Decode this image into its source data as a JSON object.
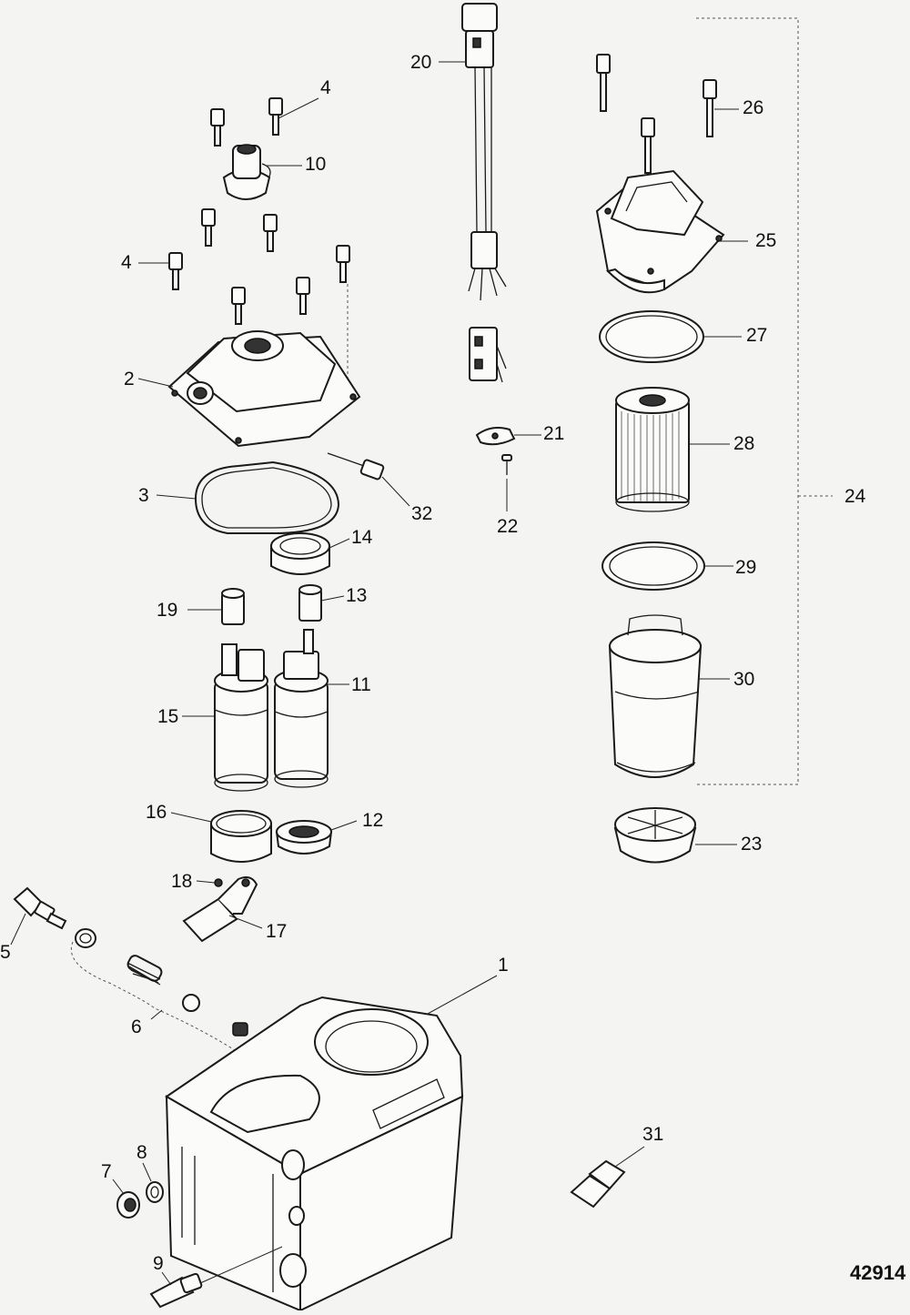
{
  "diagram": {
    "figure_number": "42914",
    "callouts": {
      "c1": "1",
      "c2": "2",
      "c3": "3",
      "c4a": "4",
      "c4b": "4",
      "c5": "5",
      "c6": "6",
      "c7": "7",
      "c8": "8",
      "c9": "9",
      "c10": "10",
      "c11": "11",
      "c12": "12",
      "c13": "13",
      "c14": "14",
      "c15": "15",
      "c16": "16",
      "c17": "17",
      "c18": "18",
      "c19": "19",
      "c20": "20",
      "c21": "21",
      "c22": "22",
      "c23": "23",
      "c24": "24",
      "c25": "25",
      "c26": "26",
      "c27": "27",
      "c28": "28",
      "c29": "29",
      "c30": "30",
      "c31": "31",
      "c32": "32"
    }
  }
}
